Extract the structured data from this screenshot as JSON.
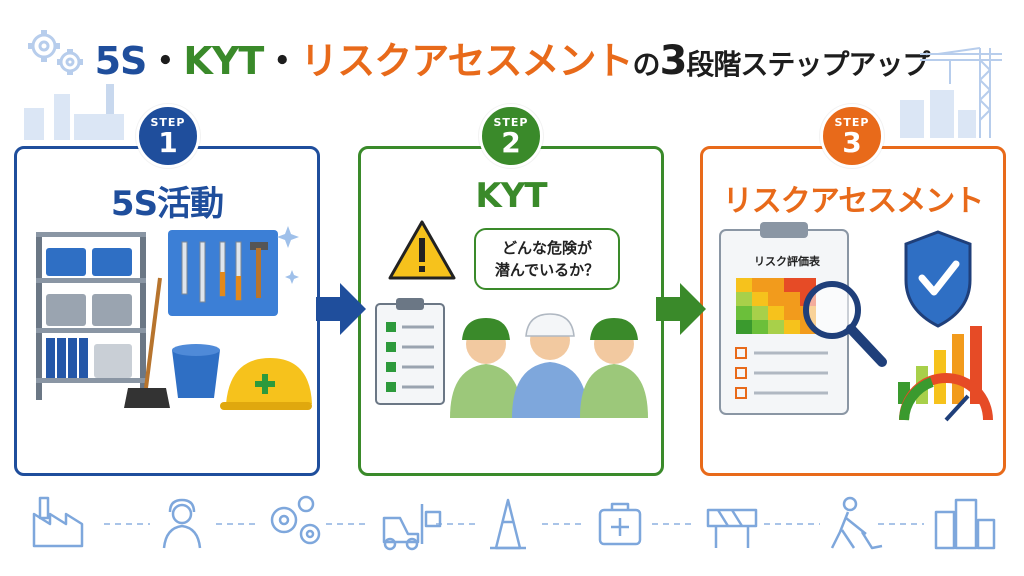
{
  "title": {
    "part1": "5S",
    "sep1": "・",
    "part2": "KYT",
    "sep2": "・",
    "part3": "リスクアセスメント",
    "part4": "の",
    "part5": "3",
    "part6": "段階ステップアップ"
  },
  "steps": [
    {
      "label": "STEP",
      "number": "1",
      "title": "5S活動",
      "color": "#1f4e9c"
    },
    {
      "label": "STEP",
      "number": "2",
      "title": "KYT",
      "color": "#3a8a2a"
    },
    {
      "label": "STEP",
      "number": "3",
      "title": "リスクアセスメント",
      "color": "#e86a1a"
    }
  ],
  "kyt_bubble": {
    "line1": "どんな危険が",
    "line2": "潜んでいるか？"
  },
  "risk_sheet": {
    "title": "リスク評価表"
  },
  "colors": {
    "blue": "#1f4e9c",
    "green": "#3a8a2a",
    "orange": "#e86a1a",
    "light_blue": "#a9c4e8"
  },
  "bottom_icons": [
    "factory-icon",
    "worker-icon",
    "gears-icon",
    "forklift-icon",
    "traffic-cone-icon",
    "first-aid-icon",
    "barrier-icon",
    "digging-worker-icon",
    "buildings-icon"
  ]
}
